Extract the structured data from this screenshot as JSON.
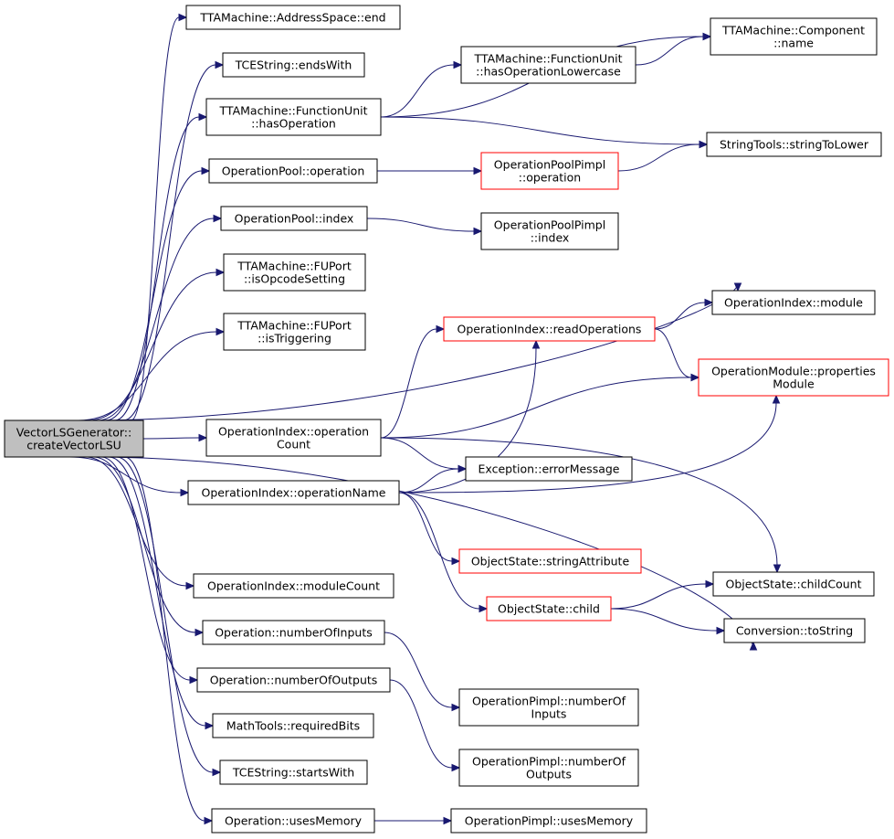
{
  "colors": {
    "edge": "#191970",
    "normal_border": "#000000",
    "normal_fill": "#ffffff",
    "truncated_border": "#ff0000",
    "root_fill": "#bfbfbf"
  },
  "nodes": [
    {
      "id": "root",
      "lines": [
        "VectorLSGenerator::",
        "createVectorLSU"
      ],
      "style": "root"
    },
    {
      "id": "as_end",
      "lines": [
        "TTAMachine::AddressSpace::end"
      ],
      "style": "normal"
    },
    {
      "id": "ends_with",
      "lines": [
        "TCEString::endsWith"
      ],
      "style": "normal"
    },
    {
      "id": "fu_has_op",
      "lines": [
        "TTAMachine::FunctionUnit",
        "::hasOperation"
      ],
      "style": "normal"
    },
    {
      "id": "op_pool_op",
      "lines": [
        "OperationPool::operation"
      ],
      "style": "normal"
    },
    {
      "id": "op_pool_idx",
      "lines": [
        "OperationPool::index"
      ],
      "style": "normal"
    },
    {
      "id": "fuport_opcode",
      "lines": [
        "TTAMachine::FUPort",
        "::isOpcodeSetting"
      ],
      "style": "normal"
    },
    {
      "id": "fuport_trig",
      "lines": [
        "TTAMachine::FUPort",
        "::isTriggering"
      ],
      "style": "normal"
    },
    {
      "id": "opidx_opcount",
      "lines": [
        "OperationIndex::operation",
        "Count"
      ],
      "style": "normal"
    },
    {
      "id": "opidx_opname",
      "lines": [
        "OperationIndex::operationName"
      ],
      "style": "normal"
    },
    {
      "id": "opidx_modcount",
      "lines": [
        "OperationIndex::moduleCount"
      ],
      "style": "normal"
    },
    {
      "id": "op_ninputs",
      "lines": [
        "Operation::numberOfInputs"
      ],
      "style": "normal"
    },
    {
      "id": "op_noutputs",
      "lines": [
        "Operation::numberOfOutputs"
      ],
      "style": "normal"
    },
    {
      "id": "math_reqbits",
      "lines": [
        "MathTools::requiredBits"
      ],
      "style": "normal"
    },
    {
      "id": "starts_with",
      "lines": [
        "TCEString::startsWith"
      ],
      "style": "normal"
    },
    {
      "id": "op_usesmem",
      "lines": [
        "Operation::usesMemory"
      ],
      "style": "normal"
    },
    {
      "id": "fu_has_op_lc",
      "lines": [
        "TTAMachine::FunctionUnit",
        "::hasOperationLowercase"
      ],
      "style": "normal"
    },
    {
      "id": "comp_name",
      "lines": [
        "TTAMachine::Component",
        "::name"
      ],
      "style": "normal"
    },
    {
      "id": "str_lower",
      "lines": [
        "StringTools::stringToLower"
      ],
      "style": "normal"
    },
    {
      "id": "pimpl_op",
      "lines": [
        "OperationPoolPimpl",
        "::operation"
      ],
      "style": "truncated"
    },
    {
      "id": "pimpl_idx",
      "lines": [
        "OperationPoolPimpl",
        "::index"
      ],
      "style": "normal"
    },
    {
      "id": "opidx_module",
      "lines": [
        "OperationIndex::module"
      ],
      "style": "normal"
    },
    {
      "id": "opidx_readops",
      "lines": [
        "OperationIndex::readOperations"
      ],
      "style": "truncated"
    },
    {
      "id": "opmod_props",
      "lines": [
        "OperationModule::properties",
        "Module"
      ],
      "style": "truncated"
    },
    {
      "id": "exc_errmsg",
      "lines": [
        "Exception::errorMessage"
      ],
      "style": "normal"
    },
    {
      "id": "os_strattr",
      "lines": [
        "ObjectState::stringAttribute"
      ],
      "style": "truncated"
    },
    {
      "id": "os_child",
      "lines": [
        "ObjectState::child"
      ],
      "style": "truncated"
    },
    {
      "id": "os_childcount",
      "lines": [
        "ObjectState::childCount"
      ],
      "style": "normal"
    },
    {
      "id": "conv_tostring",
      "lines": [
        "Conversion::toString"
      ],
      "style": "normal"
    },
    {
      "id": "opimpl_ninputs",
      "lines": [
        "OperationPimpl::numberOf",
        "Inputs"
      ],
      "style": "normal"
    },
    {
      "id": "opimpl_noutputs",
      "lines": [
        "OperationPimpl::numberOf",
        "Outputs"
      ],
      "style": "normal"
    },
    {
      "id": "opimpl_usesmem",
      "lines": [
        "OperationPimpl::usesMemory"
      ],
      "style": "normal"
    }
  ],
  "edges": [
    {
      "from": "root",
      "to": "as_end"
    },
    {
      "from": "root",
      "to": "ends_with"
    },
    {
      "from": "root",
      "to": "fu_has_op"
    },
    {
      "from": "root",
      "to": "op_pool_op"
    },
    {
      "from": "root",
      "to": "op_pool_idx"
    },
    {
      "from": "root",
      "to": "fuport_opcode"
    },
    {
      "from": "root",
      "to": "fuport_trig"
    },
    {
      "from": "root",
      "to": "opidx_module"
    },
    {
      "from": "root",
      "to": "opidx_opcount"
    },
    {
      "from": "root",
      "to": "opidx_opname"
    },
    {
      "from": "root",
      "to": "conv_tostring"
    },
    {
      "from": "root",
      "to": "opidx_modcount"
    },
    {
      "from": "root",
      "to": "op_ninputs"
    },
    {
      "from": "root",
      "to": "op_noutputs"
    },
    {
      "from": "root",
      "to": "math_reqbits"
    },
    {
      "from": "root",
      "to": "starts_with"
    },
    {
      "from": "root",
      "to": "op_usesmem"
    },
    {
      "from": "fu_has_op",
      "to": "comp_name"
    },
    {
      "from": "fu_has_op",
      "to": "fu_has_op_lc"
    },
    {
      "from": "fu_has_op",
      "to": "str_lower"
    },
    {
      "from": "fu_has_op_lc",
      "to": "comp_name"
    },
    {
      "from": "op_pool_op",
      "to": "pimpl_op"
    },
    {
      "from": "pimpl_op",
      "to": "str_lower"
    },
    {
      "from": "op_pool_idx",
      "to": "pimpl_idx"
    },
    {
      "from": "opidx_opcount",
      "to": "opidx_readops"
    },
    {
      "from": "opidx_opcount",
      "to": "opmod_props"
    },
    {
      "from": "opidx_opcount",
      "to": "exc_errmsg"
    },
    {
      "from": "opidx_opcount",
      "to": "os_childcount"
    },
    {
      "from": "opidx_opname",
      "to": "opidx_readops"
    },
    {
      "from": "opidx_opname",
      "to": "opmod_props"
    },
    {
      "from": "opidx_opname",
      "to": "exc_errmsg"
    },
    {
      "from": "opidx_opname",
      "to": "os_strattr"
    },
    {
      "from": "opidx_opname",
      "to": "os_child"
    },
    {
      "from": "opidx_readops",
      "to": "opidx_module"
    },
    {
      "from": "opidx_readops",
      "to": "opmod_props"
    },
    {
      "from": "os_child",
      "to": "os_childcount"
    },
    {
      "from": "os_child",
      "to": "conv_tostring"
    },
    {
      "from": "op_ninputs",
      "to": "opimpl_ninputs"
    },
    {
      "from": "op_noutputs",
      "to": "opimpl_noutputs"
    },
    {
      "from": "op_usesmem",
      "to": "opimpl_usesmem"
    }
  ]
}
